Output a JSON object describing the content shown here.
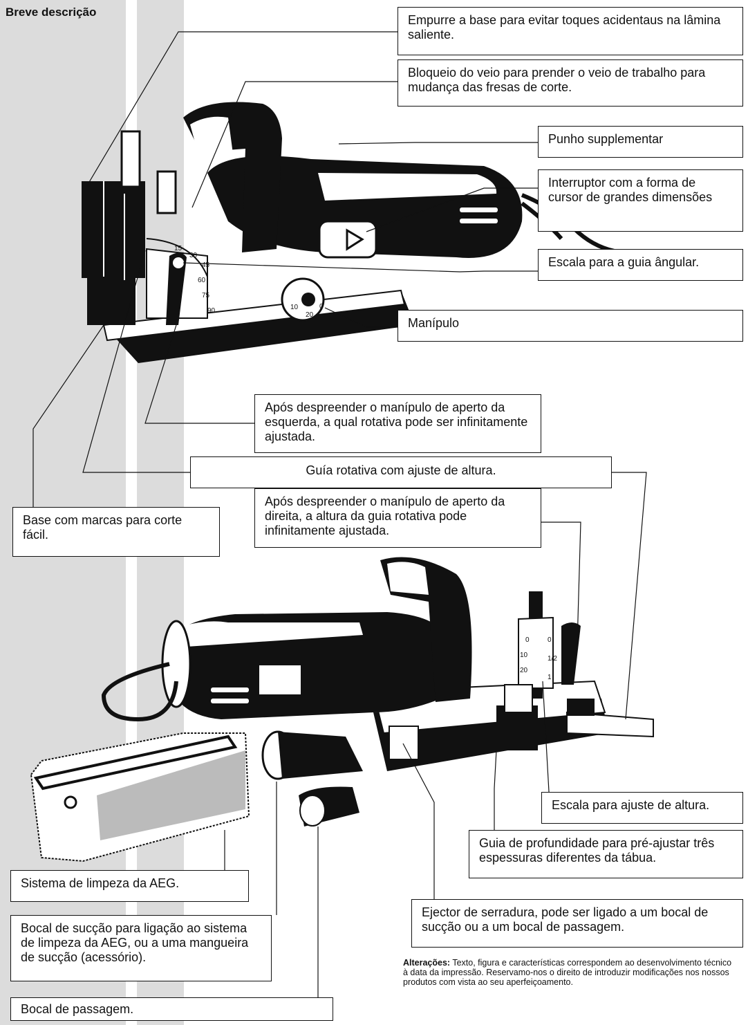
{
  "heading": "Breve descrição",
  "callouts": {
    "push_base": "Empurre a base para evitar toques acidentaus na lâmina saliente.",
    "spindle_lock": "Bloqueio do veio para prender o veio de trabalho para mudança das fresas de corte.",
    "extra_handle": "Punho supplementar",
    "switch": "Interruptor com a forma de cursor de grandes dimensões",
    "angle_scale": "Escala para a guia ângular.",
    "knob": "Manípulo",
    "left_clamp": "Após despreender o manípulo de aperto da esquerda, a qual rotativa pode ser infinitamente ajustada.",
    "rotary_guide": "Guía rotativa com ajuste de altura.",
    "right_clamp": "Após despreender o manípulo de aperto da direita, a altura da guia rotativa pode infinitamente ajustada.",
    "base_marks": "Base com marcas para corte fácil.",
    "height_scale": "Escala para ajuste de altura.",
    "depth_guide": "Guia de profundidade para pré-ajustar três espessuras diferentes da tábua.",
    "cleaning_system": "Sistema de limpeza da AEG.",
    "suction_nozzle": "Bocal de sucção para ligação ao sistema de limpeza da AEG, ou a uma mangueira de sucção (acessório).",
    "sawdust_ejector": "Ejector de serradura, pode ser ligado a um bocal de sucção ou a um bocal de passagem.",
    "pass_nozzle": "Bocal de passagem."
  },
  "note": {
    "label": "Alterações:",
    "text": " Texto, figura e características correspondem ao desenvolvimento técnico à data da impressão. Reservamo-nos o direito de introduzir modificações nos nossos produtos com vista ao seu aperfeiçoamento."
  },
  "scale_labels": {
    "angle": [
      "15",
      "30",
      "45",
      "60",
      "75",
      "90"
    ],
    "knob": [
      "10",
      "20",
      "0"
    ],
    "height_left": [
      "0",
      "10",
      "20"
    ],
    "height_right": [
      "0",
      "1/2",
      "1"
    ]
  },
  "colors": {
    "band": "#dcdcdc",
    "ink": "#111111",
    "paper": "#ffffff"
  }
}
